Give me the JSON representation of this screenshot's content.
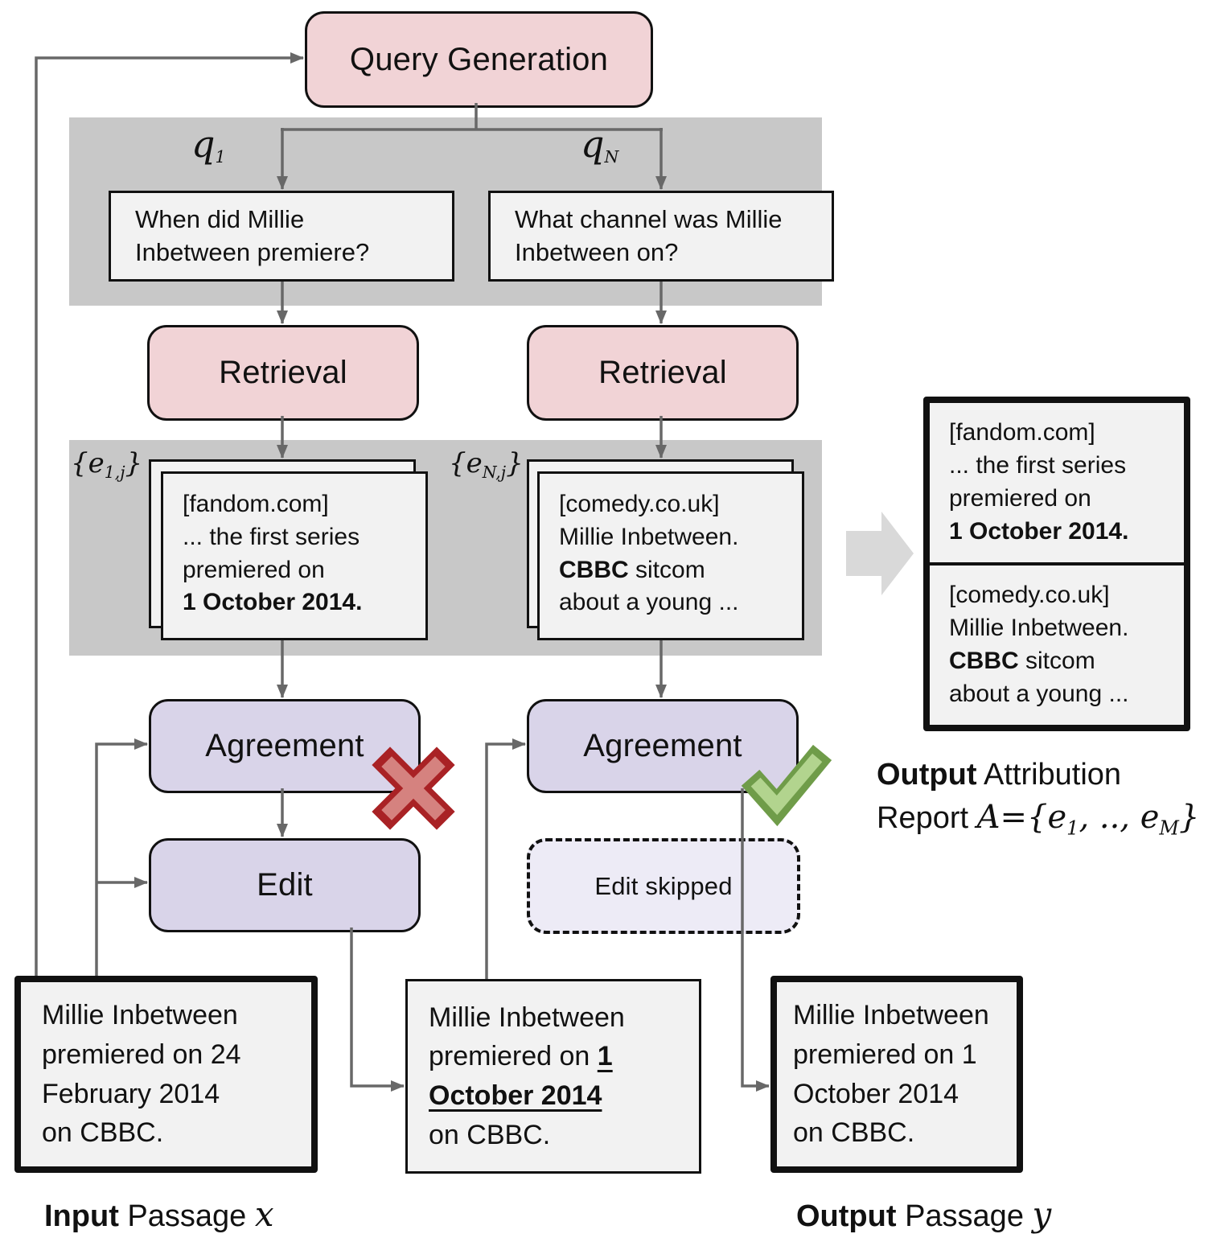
{
  "colors": {
    "pink": "#f1d3d6",
    "lavender": "#d9d4e9",
    "lavender_light": "#edebf6",
    "band_gray": "#c8c8c8",
    "card_fill": "#f2f2f2",
    "arrow_gray": "#686868",
    "outline_black": "#111111",
    "cross_fill": "#d5827f",
    "cross_border": "#a92225",
    "check_fill": "#b2d48e",
    "check_border": "#6f9c49",
    "report_arrow_gray": "#d9d9d9"
  },
  "nodes": {
    "query_generation": "Query Generation",
    "retrieval_1": "Retrieval",
    "retrieval_2": "Retrieval",
    "agreement_1": "Agreement",
    "agreement_2": "Agreement",
    "edit": "Edit",
    "edit_skipped": "Edit skipped"
  },
  "math_labels": {
    "q1": {
      "base": "q",
      "sub": "1"
    },
    "qN": {
      "base": "q",
      "sub": "N"
    },
    "e1j": {
      "open": "{e",
      "sub": "1,j",
      "close": "}"
    },
    "eNj": {
      "open": "{e",
      "sub": "N,j",
      "close": "}"
    }
  },
  "queries": {
    "q1_line1": "When did Millie",
    "q1_line2": "Inbetween premiere?",
    "qN_line1": "What channel was Millie",
    "qN_line2": "Inbetween on?"
  },
  "evidence_fandom": {
    "source": "[fandom.com]",
    "line2": "... the first series",
    "line3": "premiered on",
    "line4_bold": "1 October 2014."
  },
  "evidence_comedy": {
    "source": "[comedy.co.uk]",
    "line2": "Millie Inbetween.",
    "line3_bold": "CBBC",
    "line3_rest": " sitcom",
    "line4": "about a young ..."
  },
  "attribution_report": {
    "label_line1_bold": "Output",
    "label_line1_rest": " Attribution",
    "label_line2_prefix": "Report ",
    "formula": {
      "head": "A={e",
      "sub1": "1",
      "mid": ", .., e",
      "subM": "M",
      "tail": "}"
    }
  },
  "passages": {
    "input": {
      "line1": "Millie Inbetween",
      "line2": "premiered on 24",
      "line3": "February 2014",
      "line4": "on CBBC.",
      "label_bold": "Input",
      "label_rest": " Passage ",
      "label_math": "x"
    },
    "edited": {
      "line1": "Millie Inbetween",
      "line2_pre": "premiered on ",
      "line2_edit": "1",
      "line3_edit": "October 2014",
      "line4": "on CBBC."
    },
    "output": {
      "line1": "Millie Inbetween",
      "line2": "premiered on 1",
      "line3": "October 2014",
      "line4": "on CBBC.",
      "label_bold": "Output",
      "label_rest": " Passage ",
      "label_math": "y"
    }
  }
}
